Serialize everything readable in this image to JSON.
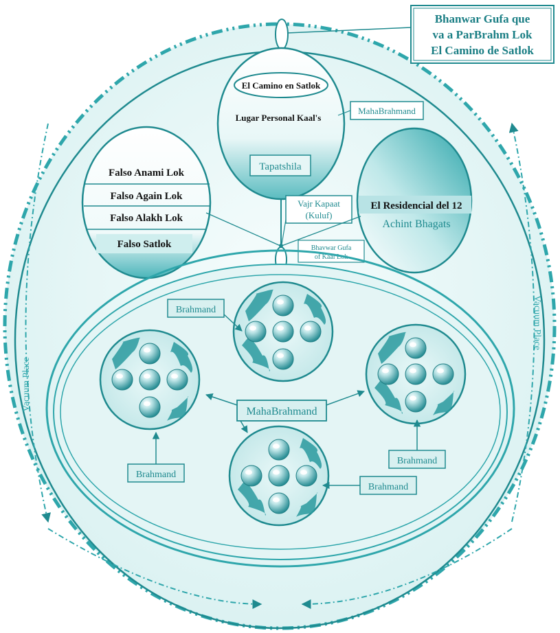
{
  "colors": {
    "teal": "#2ea6ab",
    "teal_dark": "#1f8a8f",
    "teal_light": "#cfeeee",
    "background": "#f3fbfb",
    "text_dark": "#111111"
  },
  "top_callout": {
    "line1": "Bhanwar Gufa que",
    "line2": "va a ParBrahm Lok",
    "line3": "El Camino de Satlok"
  },
  "vacuum_place_left": "Vacuum Place",
  "vacuum_place_right": "Vacuum Place",
  "kaal_circle": {
    "oval_label": "El Camino en Satlok",
    "personal": "Lugar Personal Kaal's",
    "tapatshila": "Tapatshila"
  },
  "mahabrahmand_top": "MahaBrahmand",
  "falso_list": [
    "Falso Anami Lok",
    "Falso Again Lok",
    "Falso Alakh Lok",
    "Falso Satlok"
  ],
  "vajr_kapaat": {
    "line1": "Vajr Kapaat",
    "line2": "(Kuluf)"
  },
  "bhavwar_gufa": {
    "line1": "Bhavwar Gufa",
    "line2": "of Kaal Lok"
  },
  "residencial": {
    "line1": "El Residencial del 12",
    "line2": "Achint Bhagats"
  },
  "brahmand_labels": [
    "Brahmand",
    "Brahmand",
    "Brahmand",
    "Brahmand"
  ],
  "mahabrahmand_center": "MahaBrahmand"
}
